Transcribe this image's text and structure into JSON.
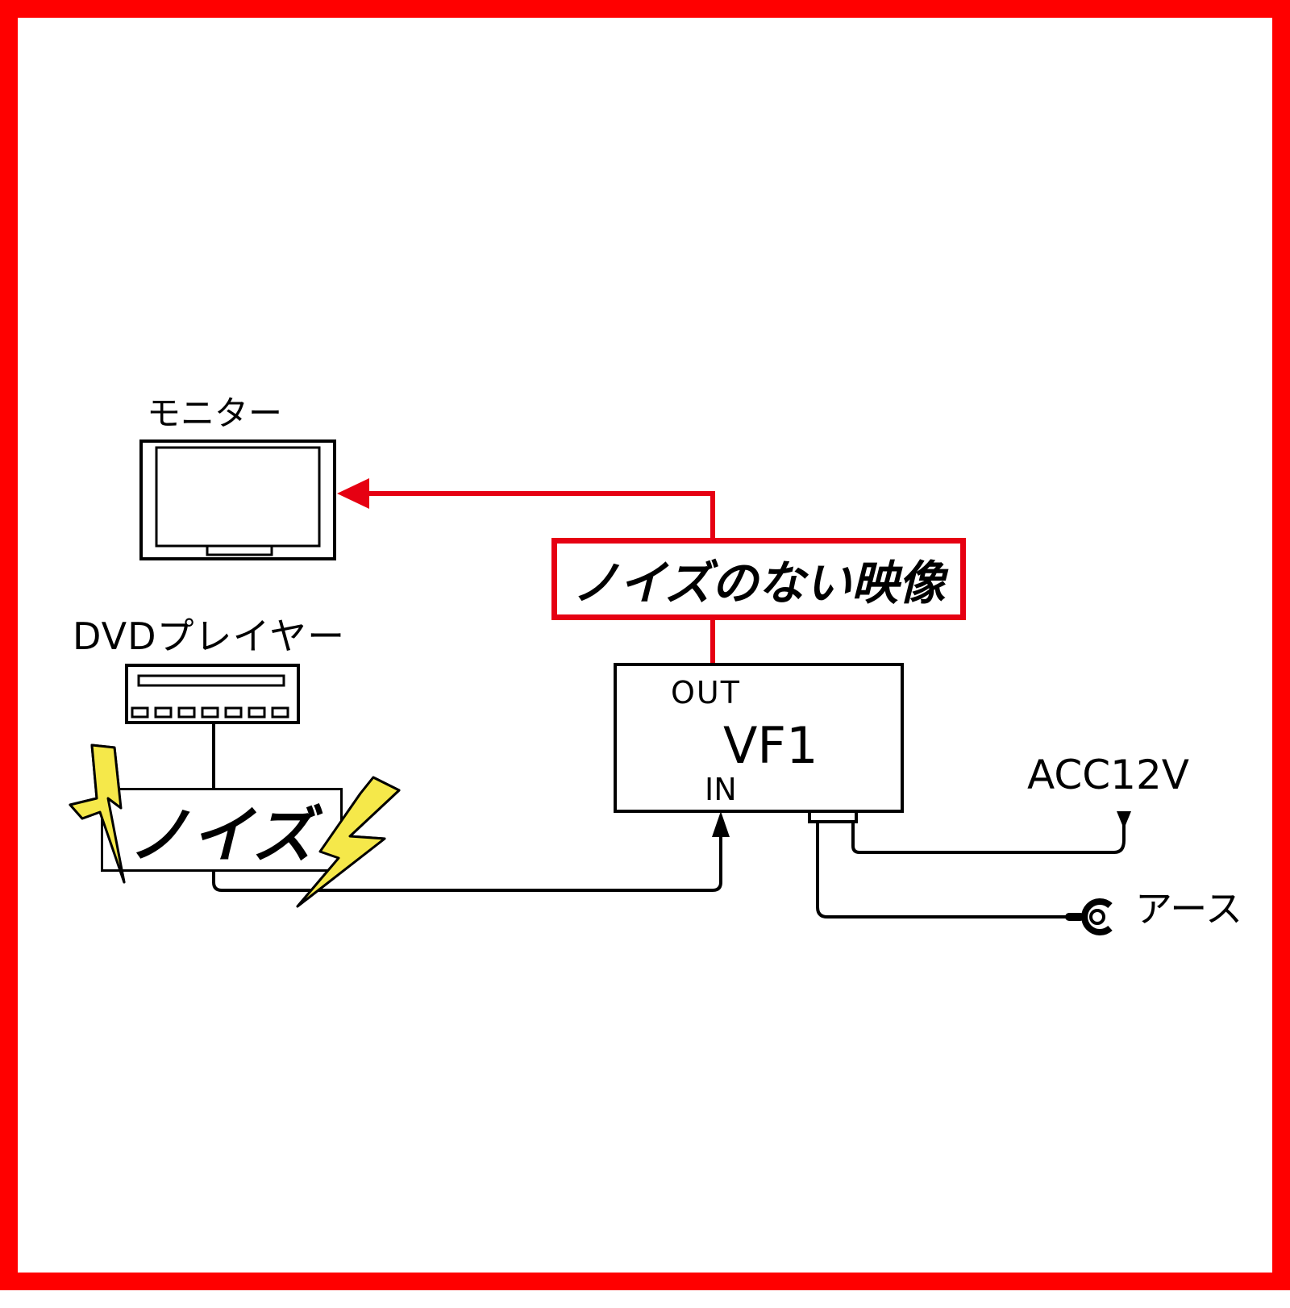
{
  "labels": {
    "monitor": "モニター",
    "dvd_player": "DVDプレイヤー",
    "callout": "ノイズのない映像",
    "out_port": "OUT",
    "device": "VF1",
    "in_port": "IN",
    "noise": "ノイズ",
    "acc": "ACC12V",
    "earth": "アース"
  },
  "colors": {
    "frame": "#ff0000",
    "clean_signal": "#e60012",
    "lightning": "#f5e84a",
    "line": "#000000"
  }
}
